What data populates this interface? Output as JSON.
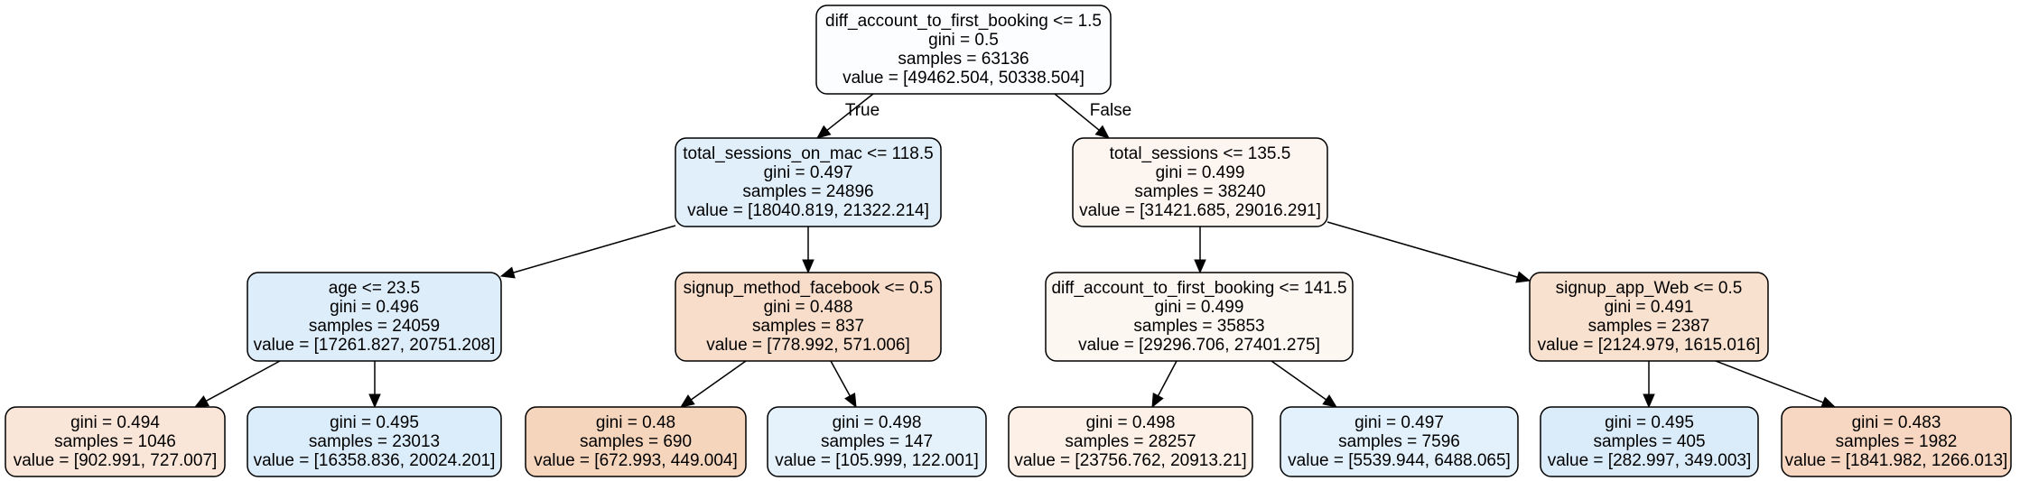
{
  "tree": {
    "nodes": [
      {
        "id": "n0",
        "lines": [
          "diff_account_to_first_booking <= 1.5",
          "gini = 0.5",
          "samples = 63136",
          "value = [49462.504, 50338.504]"
        ],
        "fill": "#fbfdff"
      },
      {
        "id": "n1",
        "lines": [
          "total_sessions_on_mac <= 118.5",
          "gini = 0.497",
          "samples = 24896",
          "value = [18040.819, 21322.214]"
        ],
        "fill": "#e1effb"
      },
      {
        "id": "n2",
        "lines": [
          "total_sessions <= 135.5",
          "gini = 0.499",
          "samples = 38240",
          "value = [31421.685, 29016.291]"
        ],
        "fill": "#fdf5f0"
      },
      {
        "id": "n3",
        "lines": [
          "age <= 23.5",
          "gini = 0.496",
          "samples = 24059",
          "value = [17261.827, 20751.208]"
        ],
        "fill": "#deedfa"
      },
      {
        "id": "n4",
        "lines": [
          "signup_method_facebook <= 0.5",
          "gini = 0.488",
          "samples = 837",
          "value = [778.992, 571.006]"
        ],
        "fill": "#f8ddca"
      },
      {
        "id": "n5",
        "lines": [
          "diff_account_to_first_booking <= 141.5",
          "gini = 0.499",
          "samples = 35853",
          "value = [29296.706, 27401.275]"
        ],
        "fill": "#fdf7f2"
      },
      {
        "id": "n6",
        "lines": [
          "signup_app_Web <= 0.5",
          "gini = 0.491",
          "samples = 2387",
          "value = [2124.979, 1615.016]"
        ],
        "fill": "#f9e1cf"
      },
      {
        "id": "n7",
        "lines": [
          "gini = 0.494",
          "samples = 1046",
          "value = [902.991, 727.007]"
        ],
        "fill": "#fae6d9"
      },
      {
        "id": "n8",
        "lines": [
          "gini = 0.495",
          "samples = 23013",
          "value = [16358.836, 20024.201]"
        ],
        "fill": "#dbecfa"
      },
      {
        "id": "n9",
        "lines": [
          "gini = 0.48",
          "samples = 690",
          "value = [672.993, 449.004]"
        ],
        "fill": "#f6d5bd"
      },
      {
        "id": "n10",
        "lines": [
          "gini = 0.498",
          "samples = 147",
          "value = [105.999, 122.001]"
        ],
        "fill": "#e5f2fc"
      },
      {
        "id": "n11",
        "lines": [
          "gini = 0.498",
          "samples = 28257",
          "value = [23756.762, 20913.21]"
        ],
        "fill": "#fcf0e7"
      },
      {
        "id": "n12",
        "lines": [
          "gini = 0.497",
          "samples = 7596",
          "value = [5539.944, 6488.065]"
        ],
        "fill": "#e2f1fc"
      },
      {
        "id": "n13",
        "lines": [
          "gini = 0.495",
          "samples = 405",
          "value = [282.997, 349.003]"
        ],
        "fill": "#daebf9"
      },
      {
        "id": "n14",
        "lines": [
          "gini = 0.483",
          "samples = 1982",
          "value = [1841.982, 1266.013]"
        ],
        "fill": "#f7d7c1"
      }
    ],
    "edges": [
      {
        "from": "n0",
        "to": "n1",
        "label": "True"
      },
      {
        "from": "n0",
        "to": "n2",
        "label": "False"
      },
      {
        "from": "n1",
        "to": "n3",
        "label": ""
      },
      {
        "from": "n1",
        "to": "n4",
        "label": ""
      },
      {
        "from": "n2",
        "to": "n5",
        "label": ""
      },
      {
        "from": "n2",
        "to": "n6",
        "label": ""
      },
      {
        "from": "n3",
        "to": "n7",
        "label": ""
      },
      {
        "from": "n3",
        "to": "n8",
        "label": ""
      },
      {
        "from": "n4",
        "to": "n9",
        "label": ""
      },
      {
        "from": "n4",
        "to": "n10",
        "label": ""
      },
      {
        "from": "n5",
        "to": "n11",
        "label": ""
      },
      {
        "from": "n5",
        "to": "n12",
        "label": ""
      },
      {
        "from": "n6",
        "to": "n13",
        "label": ""
      },
      {
        "from": "n6",
        "to": "n14",
        "label": ""
      }
    ]
  }
}
